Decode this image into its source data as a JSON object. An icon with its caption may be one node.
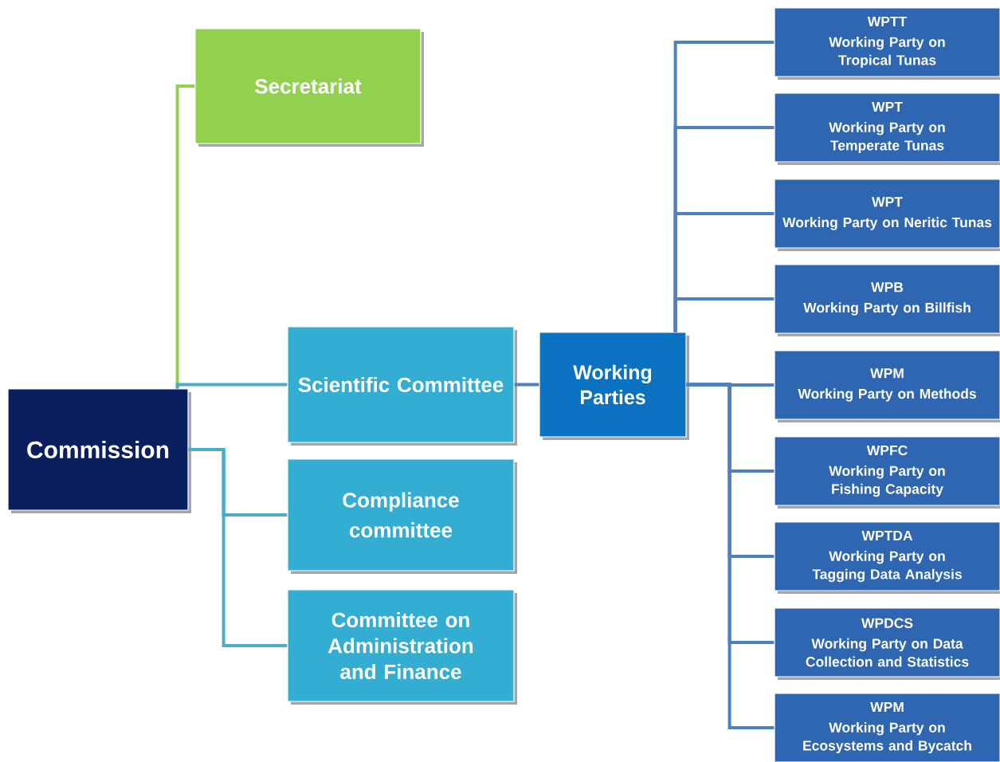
{
  "diagram": {
    "nodes": [
      {
        "text": [
          "Commission"
        ]
      },
      {
        "text": [
          "Secretariat"
        ]
      },
      {
        "text": [
          "Scientific Committee"
        ]
      },
      {
        "text": [
          "Compliance committee"
        ]
      },
      {
        "text": [
          "Committee on Administration and Finance"
        ]
      },
      {
        "text": [
          "Working Parties"
        ]
      },
      {
        "text": [
          "WPTT",
          "Working Party on Tropical Tunas"
        ]
      },
      {
        "text": [
          "WPT",
          "Working Party on Temperate Tunas"
        ]
      },
      {
        "text": [
          "WPT",
          "Working Party on Neritic Tunas"
        ]
      },
      {
        "text": [
          "WPB",
          "Working Party on Billfish"
        ]
      },
      {
        "text": [
          "WPM",
          "Working Party on Methods"
        ]
      },
      {
        "text": [
          "WPFC",
          "Working Party on Fishing Capacity"
        ]
      },
      {
        "text": [
          "WPTDA",
          "Working Party on Tagging Data Analysis"
        ]
      },
      {
        "text": [
          "WPDCS",
          "Working Party on Data Collection and Statistics"
        ]
      },
      {
        "text": [
          "WPM",
          "Working Party on Ecosystems and Bycatch"
        ]
      }
    ],
    "edges": [
      {
        "from": 0,
        "to": 1,
        "arrow": "none",
        "color": "#92d050"
      },
      {
        "from": 0,
        "to": 2,
        "arrow": "none",
        "color": "#4bacc6"
      },
      {
        "from": 0,
        "to": 3,
        "arrow": "none",
        "color": "#4bacc6"
      },
      {
        "from": 0,
        "to": 4,
        "arrow": "none",
        "color": "#4bacc6"
      },
      {
        "from": 2,
        "to": 5,
        "arrow": "none"
      },
      {
        "from": 5,
        "to": 6,
        "arrow": "none"
      },
      {
        "from": 5,
        "to": 7,
        "arrow": "none"
      },
      {
        "from": 5,
        "to": 8,
        "arrow": "none"
      },
      {
        "from": 5,
        "to": 9,
        "arrow": "none"
      },
      {
        "from": 5,
        "to": 10,
        "arrow": "none"
      },
      {
        "from": 5,
        "to": 11,
        "arrow": "none"
      },
      {
        "from": 5,
        "to": 12,
        "arrow": "none"
      },
      {
        "from": 5,
        "to": 13,
        "arrow": "none"
      },
      {
        "from": 5,
        "to": 14,
        "arrow": "none"
      }
    ]
  }
}
